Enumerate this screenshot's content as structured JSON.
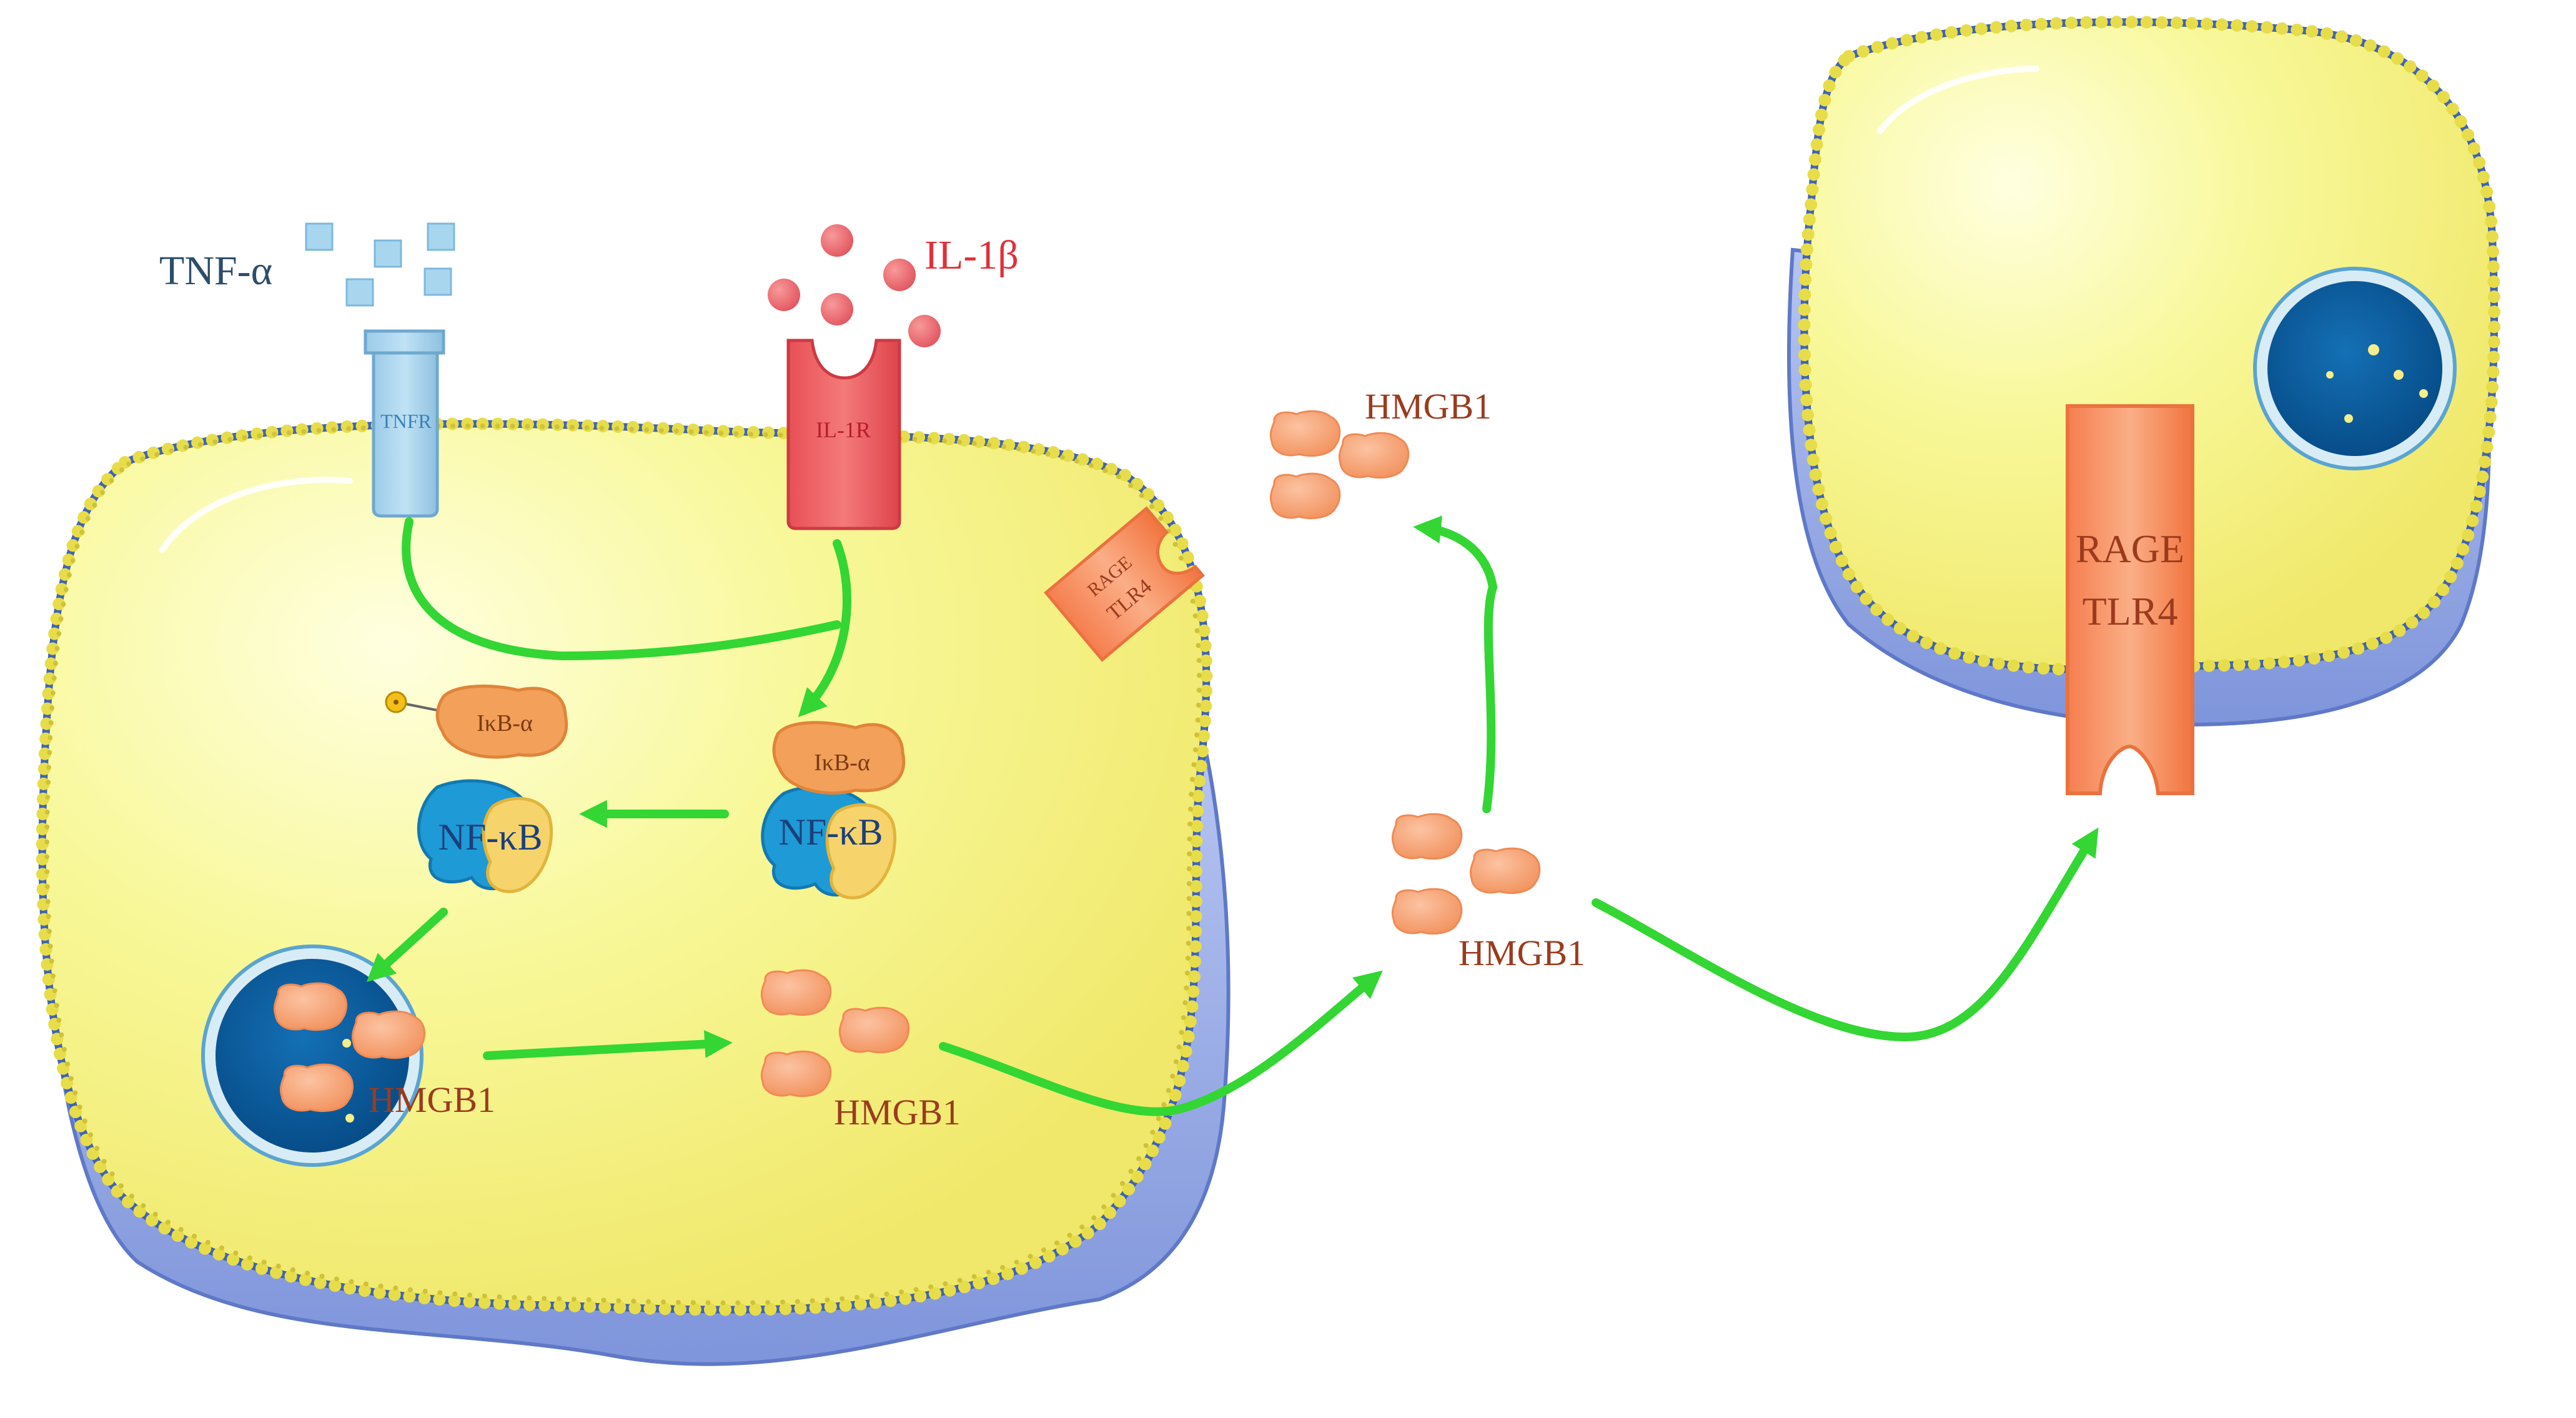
{
  "colors": {
    "cytoplasm": "#f8f89a",
    "cell_base": "#9cb0e8",
    "membrane_bead": "#e7dd4a",
    "membrane_line": "#3f63b2",
    "nucleus": "#0a5c9c",
    "arrow": "#33d633",
    "hmgb1": "#f8a57e",
    "hmgb1_text": "#9b3b1e",
    "tnf": "#a9d6ef",
    "tnf_text": "#2c4d6b",
    "il1": "#f06b6b",
    "il1_text": "#e0303a",
    "rage": "#f9875a",
    "ikb": "#f2a05a",
    "nfkb_blue": "#1e9ad6",
    "nfkb_yellow": "#f6d36b",
    "nfkb_text": "#1b3f7a"
  },
  "labels": {
    "tnf_alpha": "TNF-α",
    "il1_beta": "IL-1β",
    "tnfr": "TNFR",
    "il1r": "IL-1R",
    "rage_small": "RAGE",
    "tlr4_small": "TLR4",
    "ikb_free": "IκB-α",
    "ikb_bound": "IκB-α",
    "nfkb_free": "NF-κB",
    "nfkb_bound": "NF-κB",
    "hmgb1_nucleus": "HMGB1",
    "hmgb1_cytoplasm": "HMGB1",
    "hmgb1_extracellular": "HMGB1",
    "hmgb1_released": "HMGB1",
    "rage_large": "RAGE",
    "tlr4_large": "TLR4"
  }
}
